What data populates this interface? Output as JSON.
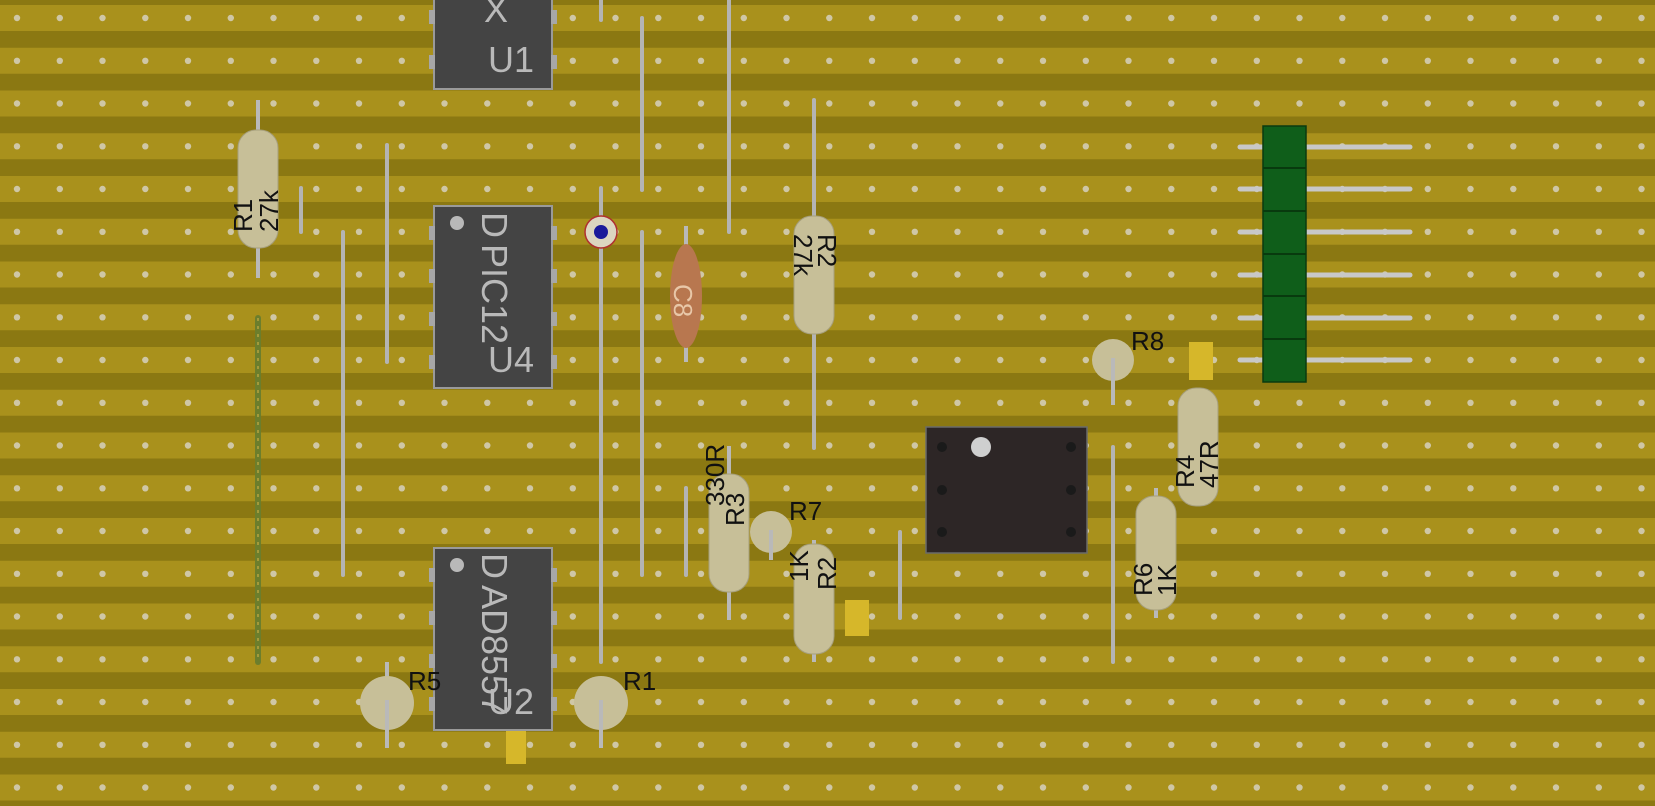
{
  "colors": {
    "board": "#8b7812",
    "strip": "#c2a624",
    "hole": "#cfc7a6",
    "wire": "#b9b9b9",
    "chip": "#444444",
    "chip_edge": "#9a9a9a",
    "chip_text": "#bdbdbd",
    "resistor": "#c7bf98",
    "capacitor": "#b8774f",
    "header": "#0f5e1a",
    "relay": "#2d2626",
    "via": "#1a1a9a"
  },
  "chips": {
    "u1": {
      "text_x": "X",
      "designator": "U1"
    },
    "u4": {
      "marker": "D",
      "part": "PIC12",
      "designator": "U4"
    },
    "u2": {
      "marker": "D",
      "part": "AD8557",
      "designator": "U2"
    }
  },
  "resistors": {
    "r1a": {
      "designator": "R1",
      "value": "27k"
    },
    "r2a": {
      "designator": "R2",
      "value": "27k"
    },
    "r3": {
      "designator": "R3",
      "value": "330R"
    },
    "r2b": {
      "designator": "R2",
      "value": "1K"
    },
    "r4": {
      "designator": "R4",
      "value": "47R"
    },
    "r6": {
      "designator": "R6",
      "value": "1K"
    }
  },
  "pots": {
    "r5": {
      "designator": "R5"
    },
    "r1b": {
      "designator": "R1"
    },
    "r7": {
      "designator": "R7"
    },
    "r8": {
      "designator": "R8"
    }
  },
  "capacitor": {
    "designator": "C8"
  },
  "header": {
    "name": "pin-header"
  },
  "relay": {
    "name": "relay"
  }
}
